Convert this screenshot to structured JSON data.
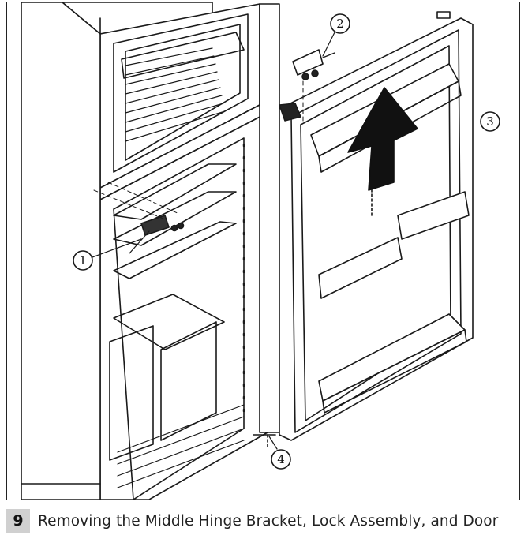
{
  "figure": {
    "callouts": [
      {
        "id": "1",
        "label": "1"
      },
      {
        "id": "2",
        "label": "2"
      },
      {
        "id": "3",
        "label": "3"
      },
      {
        "id": "4",
        "label": "4"
      }
    ]
  },
  "caption": {
    "step_number": "9",
    "text": "Removing the Middle Hinge Bracket, Lock Assembly, and Door"
  },
  "colors": {
    "line": "#1a1a1a",
    "badge_bg": "#d0d0d0",
    "arrow": "#111111"
  }
}
